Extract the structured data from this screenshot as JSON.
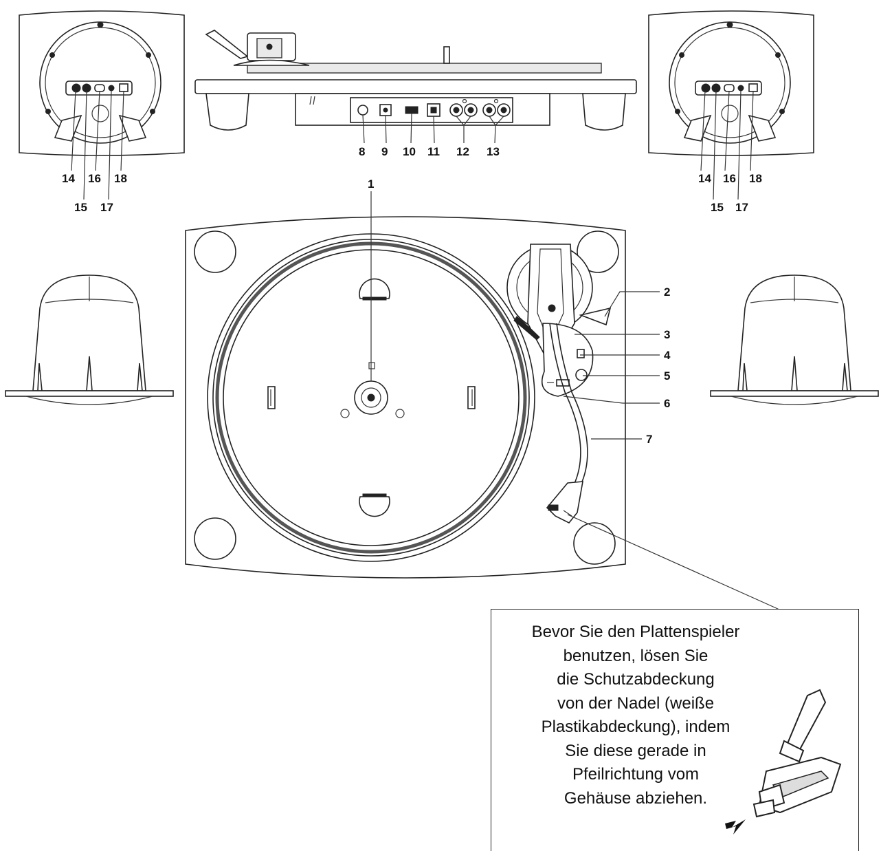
{
  "callouts": {
    "n1": "1",
    "n2": "2",
    "n3": "3",
    "n4": "4",
    "n5": "5",
    "n6": "6",
    "n7": "7",
    "n8": "8",
    "n9": "9",
    "n10": "10",
    "n11": "11",
    "n12": "12",
    "n13": "13",
    "n14": "14",
    "n15": "15",
    "n16": "16",
    "n17": "17",
    "n18": "18"
  },
  "note": {
    "lines": [
      "Bevor Sie den Plattenspieler",
      "benutzen, lösen Sie",
      "die Schutzabdeckung",
      "von der Nadel (weiße",
      "Plastikabdeckung), indem",
      "Sie diese gerade in",
      "Pfeilrichtung vom",
      "Gehäuse abziehen."
    ]
  }
}
